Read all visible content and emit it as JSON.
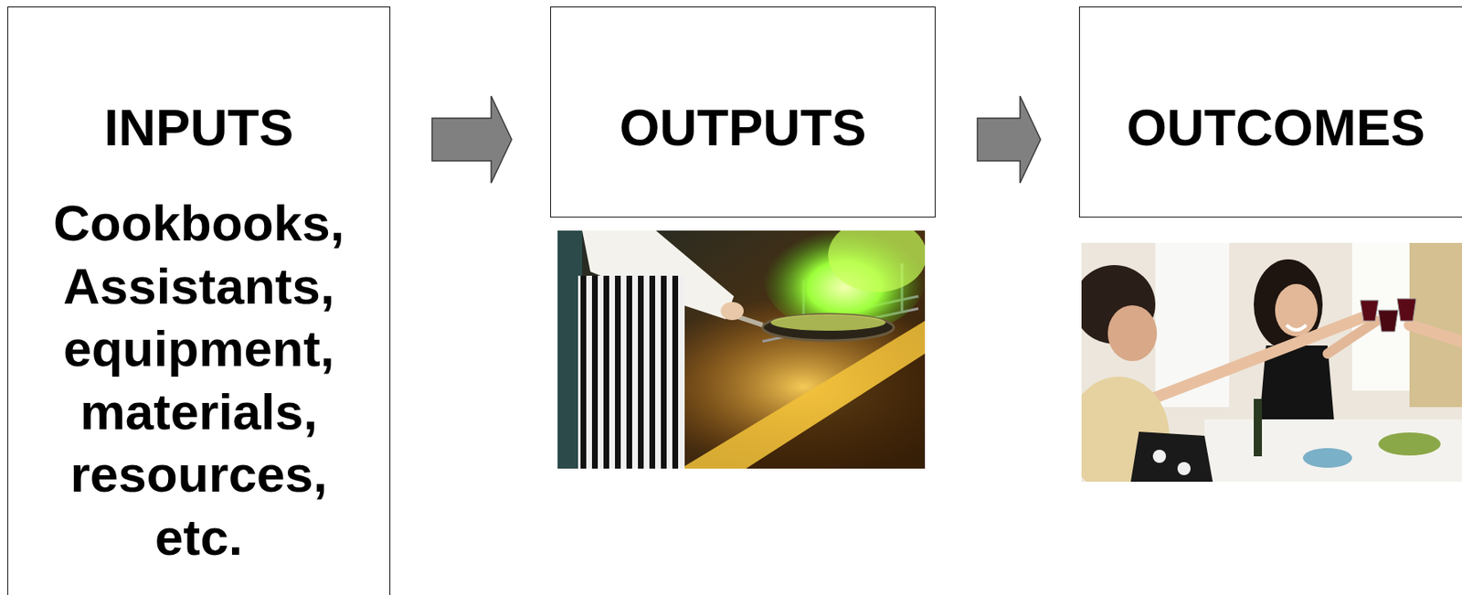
{
  "diagram": {
    "nodes": [
      {
        "text": [
          "INPUTS",
          "Cookbooks, Assistants, equipment, materials, resources, etc."
        ]
      },
      {
        "text": [
          "OUTPUTS"
        ]
      },
      {
        "text": [
          "OUTCOMES"
        ]
      }
    ],
    "edges": [
      {
        "from": 0,
        "to": 1,
        "arrow": "to"
      },
      {
        "from": 1,
        "to": 2,
        "arrow": "to"
      }
    ]
  }
}
